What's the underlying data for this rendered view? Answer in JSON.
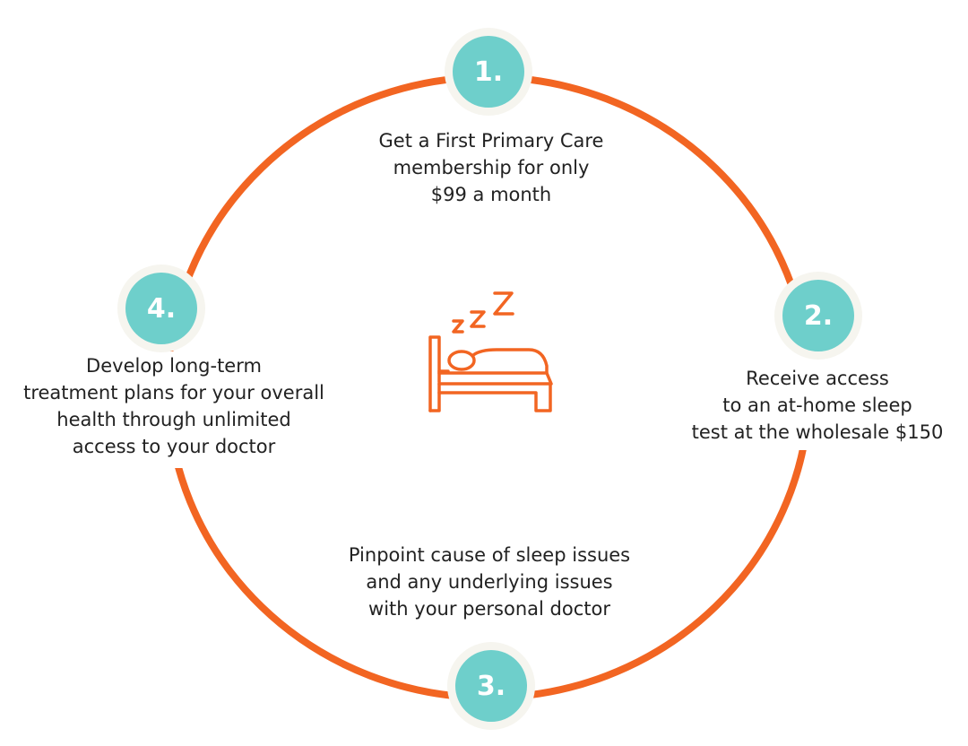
{
  "colors": {
    "ring": "#f26522",
    "node": "#6ecfcb",
    "icon": "#f26522",
    "text": "#222222"
  },
  "icon": "sleeping-in-bed-icon",
  "steps": [
    {
      "number": "1.",
      "lines": [
        "Get a First Primary Care",
        "membership for only",
        "$99 a month"
      ]
    },
    {
      "number": "2.",
      "lines": [
        "Receive access",
        "to an at-home sleep",
        "test at the wholesale $150"
      ]
    },
    {
      "number": "3.",
      "lines": [
        "Pinpoint cause of sleep issues",
        "and any underlying issues",
        "with your personal doctor"
      ]
    },
    {
      "number": "4.",
      "lines": [
        "Develop long-term",
        "treatment plans for your overall",
        "health through unlimited",
        "access to your doctor"
      ]
    }
  ]
}
